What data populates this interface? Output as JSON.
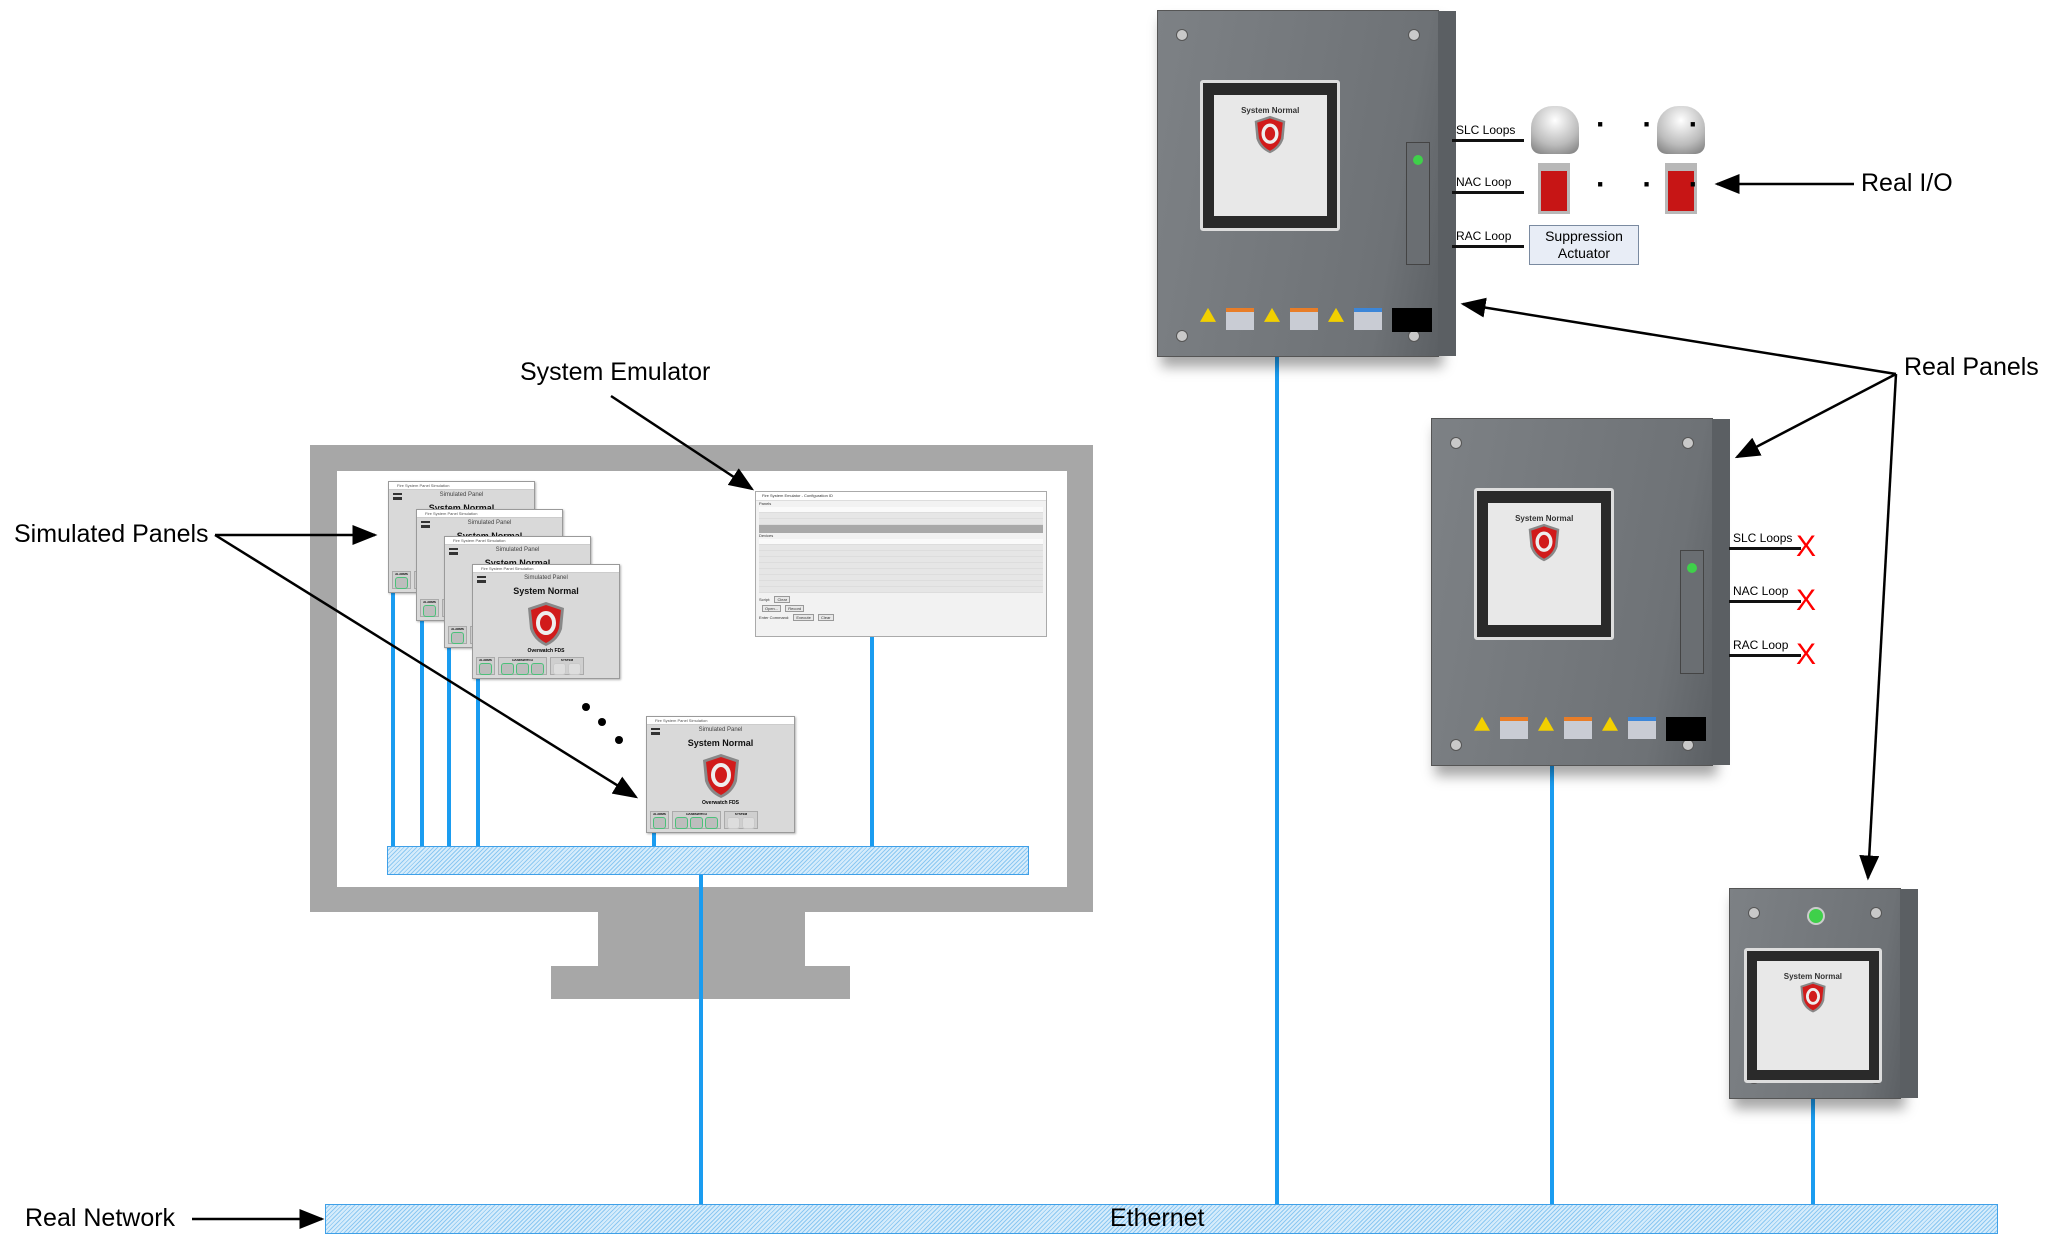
{
  "labels": {
    "system_emulator": "System Emulator",
    "simulated_panels": "Simulated Panels",
    "real_network": "Real Network",
    "ethernet": "Ethernet",
    "real_panels": "Real Panels",
    "real_io": "Real I/O"
  },
  "io": {
    "slc": "SLC Loops",
    "nac": "NAC Loop",
    "rac": "RAC Loop",
    "actuator_line1": "Suppression",
    "actuator_line2": "Actuator",
    "disconnected_mark": "X",
    "ellipsis": "· · ·"
  },
  "sim_panel": {
    "window_title": "Fire System Panel Simulation",
    "title": "Simulated Panel",
    "status": "System Normal",
    "brand": "Overwatch FDS",
    "groups": [
      "ALARMS",
      "HANDSWITCH",
      "SYSTEM"
    ]
  },
  "emulator": {
    "window_title": "Fire System Emulator - Configuration ID",
    "panels_label": "Panels",
    "devices_label": "Devices",
    "script_label": "Script:",
    "command_label": "Enter Command:",
    "buttons": {
      "open": "Open...",
      "record": "Record",
      "clear": "Clear",
      "execute": "Execute"
    }
  },
  "real_panel": {
    "status": "System Normal"
  },
  "colors": {
    "network": "#1a9cf0",
    "fault": "#ff0000",
    "shield": "#d11b1b"
  }
}
